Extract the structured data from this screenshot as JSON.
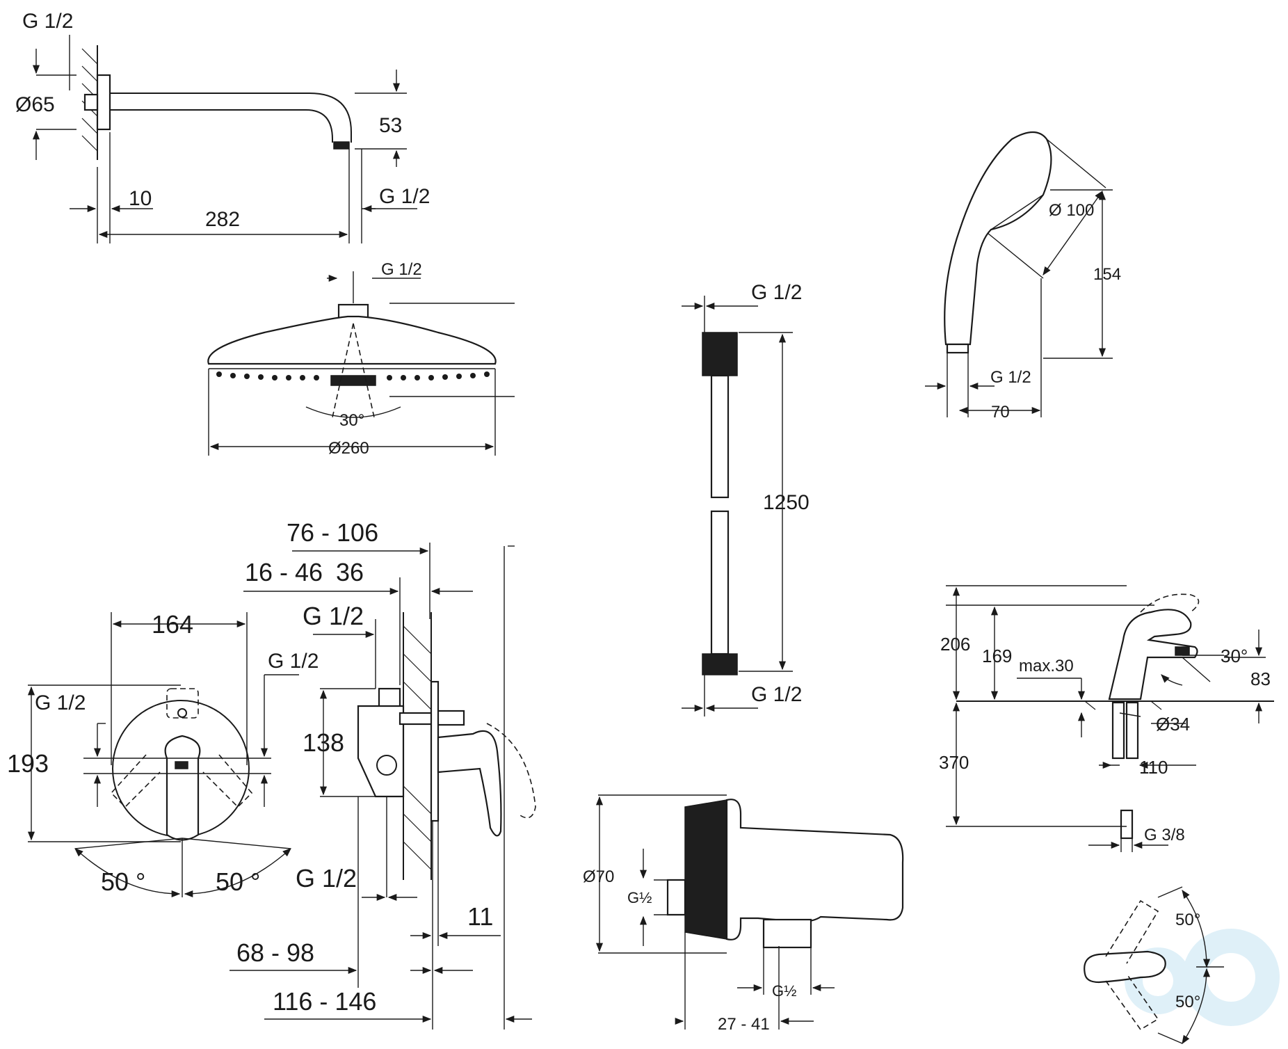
{
  "shower_arm": {
    "thread_top": "G 1/2",
    "rose_dia": "Ø65",
    "drop": "53",
    "rose_depth": "10",
    "length": "282",
    "thread_end": "G 1/2"
  },
  "head_shower": {
    "thread": "G 1/2",
    "tilt": "30°",
    "diameter": "Ø260"
  },
  "hose": {
    "thread_top": "G 1/2",
    "length": "1250",
    "thread_bottom": "G 1/2"
  },
  "hand_shower": {
    "diameter": "Ø 100",
    "length": "154",
    "thread": "G 1/2",
    "width": "70"
  },
  "mixer": {
    "depth_range_1": "76 - 106",
    "depth_range_2": "16 - 46",
    "depth_36": "36",
    "width": "164",
    "thread_1": "G 1/2",
    "thread_2": "G 1/2",
    "thread_3": "G 1/2",
    "height_193": "193",
    "height_138": "138",
    "angle_left": "50 °",
    "angle_right": "50 °",
    "thread_4": "G 1/2",
    "depth_11": "11",
    "range_68_98": "68 - 98",
    "range_116_146": "116 - 146"
  },
  "wall_outlet": {
    "diameter": "Ø70",
    "thread_inlet": "G½",
    "thread_outlet": "G½",
    "range": "27 - 41"
  },
  "basin_tap": {
    "height_206": "206",
    "height_169": "169",
    "max_deck": "max.30",
    "spout_angle": "30°",
    "spout_height": "83",
    "hole_dia": "Ø34",
    "hose_length": "370",
    "reach": "110",
    "thread": "G 3/8"
  },
  "lever_rotation": {
    "angle_top": "50°",
    "angle_bottom": "50°"
  }
}
